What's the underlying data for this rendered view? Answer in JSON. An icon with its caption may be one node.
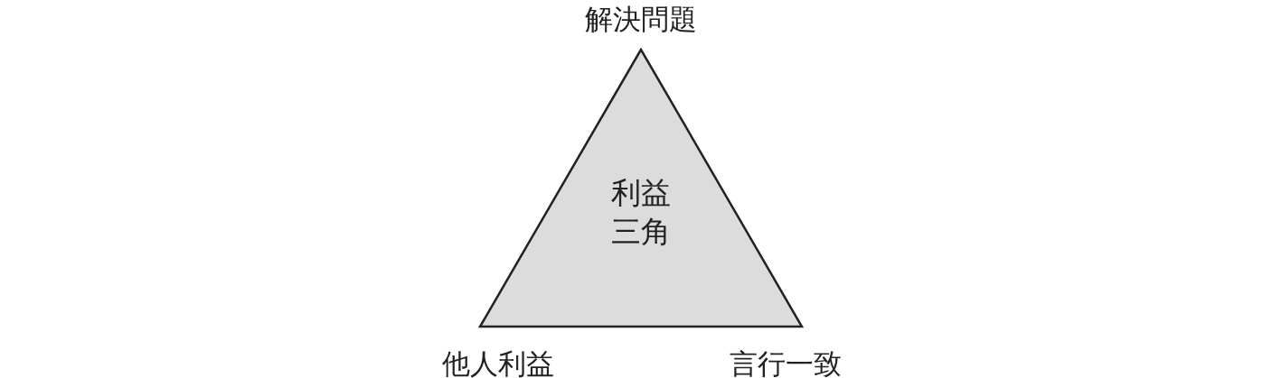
{
  "diagram": {
    "nodes": [
      {
        "text": [
          "利益三角"
        ]
      }
    ],
    "labels": [
      "解決問題",
      "他人利益",
      "言行一致"
    ]
  }
}
